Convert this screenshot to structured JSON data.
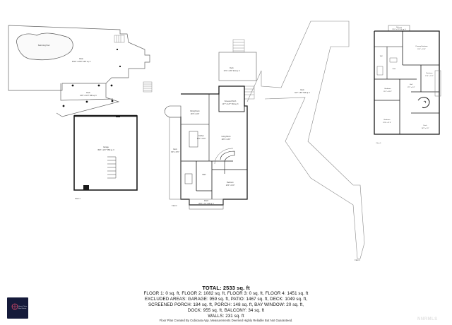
{
  "plans": {
    "floor1": {
      "title": "Floor 1",
      "rooms": {
        "swimming_pool": "Swimming Pool",
        "patio": "Patio",
        "patio_dim": "49'10\" x 29'9\" 1467 sq. ft",
        "deck": "Deck",
        "deck_dim": "16'0\" x 11'0\" 180 sq. ft",
        "garage": "Garage",
        "garage_dim": "39'0\" x 24'7\" 959 sq. ft"
      }
    },
    "floor2": {
      "title": "Floor 2",
      "rooms": {
        "deck": "Deck",
        "deck_dim": "17'0\" x 13'0\" 221 sq. ft",
        "screened_porch": "Screened Porch",
        "screened_porch_dim": "14'7\" x 12'7\" 184 sq. ft",
        "dining_room": "Dining Room",
        "dining_room_dim": "13'0\" x 11'0\"",
        "kitchen": "Kitchen",
        "kitchen_dim": "15'1\" x 12'0\"",
        "living_room": "Living Room",
        "living_room_dim": "20'0\" x 14'0\"",
        "deck_side": "Deck",
        "deck_side_dim": "8'0\" x 47'0\"",
        "bath": "Bath",
        "bedroom": "Bedroom",
        "bedroom_dim": "12'0\" x 11'0\"",
        "porch": "Porch",
        "porch_dim": "20'8\" x 7'2\" 148 sq. ft"
      }
    },
    "floor3": {
      "title": "Floor 3",
      "rooms": {
        "deck": "Deck",
        "deck_dim": "64'7\" x 8'0\" 516 sq. ft"
      }
    },
    "floor4": {
      "title": "Floor 4",
      "rooms": {
        "balcony": "Balcony",
        "balcony_dim": "9'10\" x 3'5\" 34 sq. ft",
        "primary_bedroom": "Primary Bedroom",
        "primary_bedroom_dim": "15'5\" x 15'4\"",
        "wic": "WIC",
        "bath": "Bath",
        "bedroom_a": "Bedroom",
        "bedroom_a_dim": "12'0\" x 11'1\"",
        "bedroom_b": "Bedroom",
        "bedroom_b_dim": "11'4\" x 11'0\"",
        "hall": "Hall",
        "hall_dim": "17'5\" x 3'4\"",
        "bedroom_c": "Bedroom",
        "bedroom_c_dim": "13'0\" x 11'0\"",
        "deck": "Deck",
        "deck_dim": "16'9\" x 5'0\""
      }
    }
  },
  "summary": {
    "total": "TOTAL: 2533 sq. ft",
    "line1": "FLOOR 1: 0 sq. ft, FLOOR 2: 1082 sq. ft, FLOOR 3: 0 sq. ft, FLOOR 4: 1451 sq. ft",
    "line2": "EXCLUDED AREAS: GARAGE: 959 sq. ft, PATIO: 1467 sq. ft, DECK: 1049 sq. ft,",
    "line3": "SCREENED PORCH: 184 sq. ft, PORCH: 148 sq. ft, BAY WINDOW: 20 sq. ft,",
    "line4": "DOCK: 955 sq. ft, BALCONY: 34 sq. ft",
    "line5": "WALLS: 231 sq. ft"
  },
  "footer": "Floor Plan Created By Cubicasa App. Measurements Deemed Highly Reliable But Not Guaranteed.",
  "logo_text": "Home Photo Real Estate",
  "watermark": "NNRMLS",
  "colors": {
    "wall": "#1a1a1a",
    "thin": "#555555",
    "logo_bg": "#151a3a"
  }
}
